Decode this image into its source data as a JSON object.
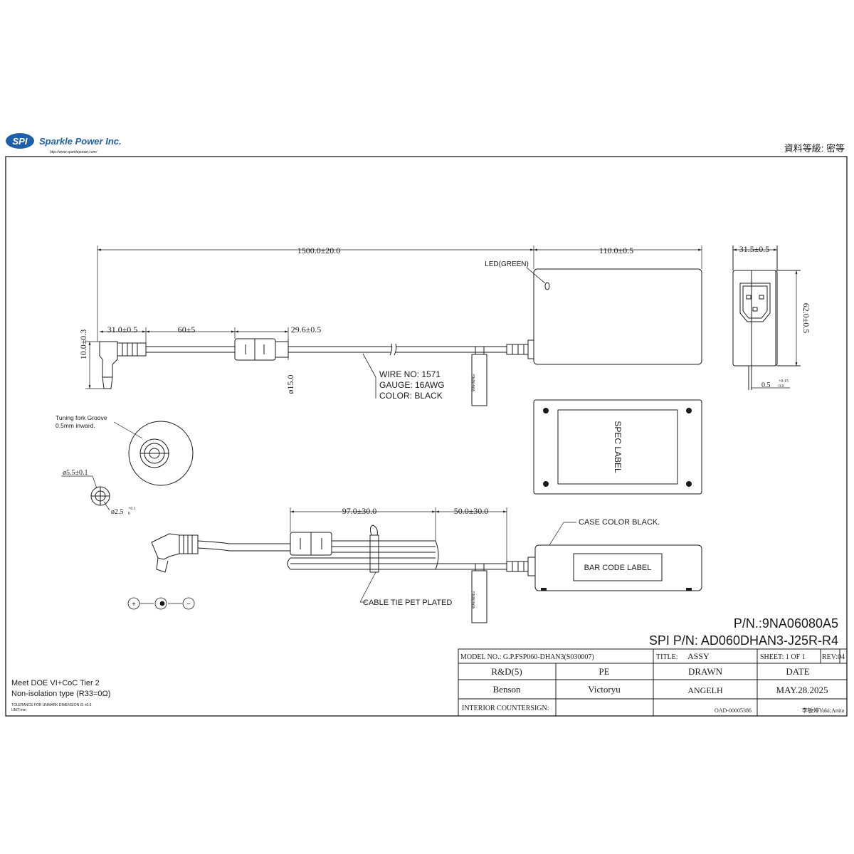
{
  "header": {
    "company_logo_letters": "SPI",
    "company_name": "Sparkle Power Inc.",
    "company_url": "http://www.sparklepower.com/",
    "classification": "資料等級: 密等"
  },
  "dimensions": {
    "cable_length": "1500.0±20.0",
    "case_length": "110.0±0.5",
    "case_thickness": "31.5±0.5",
    "case_height": "62.0±0.5",
    "inlet_offset": "0.5",
    "inlet_offset_tol_plus": "+0.15",
    "inlet_offset_tol_minus": "0.0",
    "plug_length": "31.0±0.5",
    "plug_to_core": "60±5",
    "core_length": "29.6±0.5",
    "plug_height": "10.0±0.3",
    "core_diameter": "ø15.0",
    "outer_diameter": "ø5.5±0.1",
    "inner_diameter": "ø2.5",
    "inner_tol_plus": "+0.1",
    "inner_tol_minus": "0",
    "bundle_length": "97.0±30.0",
    "tie_to_case": "50.0±30.0"
  },
  "labels": {
    "led": "LED(GREEN)",
    "wire_no": "WIRE NO: 1571",
    "gauge": "GAUGE: 16AWG",
    "color": "COLOR: BLACK",
    "tuning_fork_1": "Tuning fork  Groove",
    "tuning_fork_2": "0.5mm inward.",
    "spec_label": "SPEC  LABEL",
    "case_color": "CASE  COLOR  BLACK.",
    "bar_code_label": "BAR CODE LABEL",
    "cable_tie": "CABLE  TIE   PET  PLATED",
    "warning": "WARNING:",
    "polarity_plus": "+",
    "polarity_minus": "−"
  },
  "part_numbers": {
    "pn": "P/N.:9NA06080A5",
    "spi_pn": "SPI P/N: AD060DHAN3-J25R-R4"
  },
  "notes": {
    "doe": "Meet DOE VI+CoC Tier 2",
    "isolation": "Non-isolation type (R33=0Ω)",
    "tolerance": "TOLERANCE FOR UNMARK DIMENSION IS ±0.5",
    "unit": "UNIT:mm"
  },
  "title_block": {
    "model": "MODEL  NO.: G.P.FSP060-DHAN3(S030007)",
    "title_label": "TITLE:",
    "title_value": "ASSY",
    "sheet": "SHEET: 1  OF  1",
    "rev": "REV:04",
    "rd_label": "R&D(5)",
    "pe_label": "PE",
    "drawn_label": "DRAWN",
    "date_label": "DATE",
    "rd_value": "Benson",
    "pe_value": "Victoryu",
    "drawn_value": "ANGELH",
    "date_value": "MAY.28.2025",
    "interior": "INTERIOR  COUNTERSIGN:",
    "oad": "OAD-00005386",
    "signers": "李敏婷Yuki;Anita"
  },
  "colors": {
    "logo_blue": "#1f5fa8",
    "ink": "#1a1a1a"
  }
}
